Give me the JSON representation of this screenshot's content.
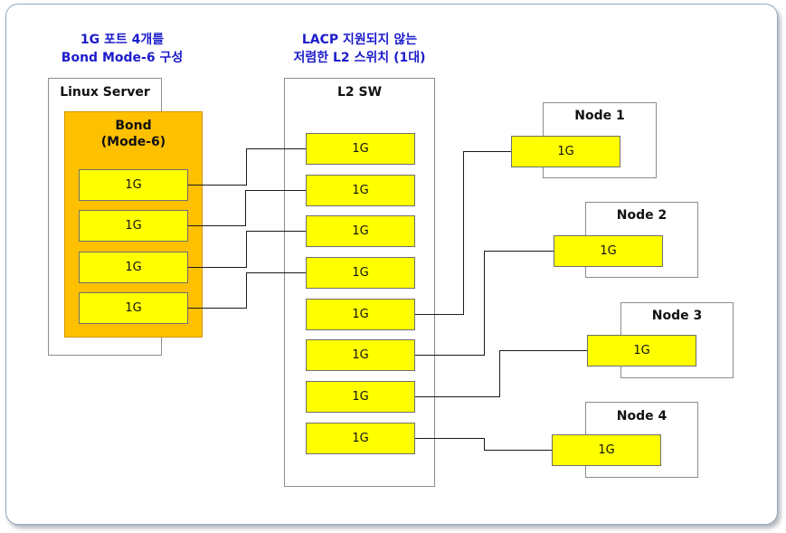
{
  "notes": {
    "bond_config": [
      "1G 포트 4개를",
      "Bond Mode-6 구성"
    ],
    "switch_note": [
      "LACP 지원되지 않는",
      "저렴한 L2 스위치 (1대)"
    ]
  },
  "linux_server": {
    "title": "Linux Server",
    "bond": {
      "title": [
        "Bond",
        "(Mode-6)"
      ],
      "ports": [
        "1G",
        "1G",
        "1G",
        "1G"
      ]
    }
  },
  "l2_switch": {
    "title": "L2 SW",
    "ports": [
      "1G",
      "1G",
      "1G",
      "1G",
      "1G",
      "1G",
      "1G",
      "1G"
    ]
  },
  "nodes": [
    {
      "title": "Node 1",
      "port": "1G"
    },
    {
      "title": "Node 2",
      "port": "1G"
    },
    {
      "title": "Node 3",
      "port": "1G"
    },
    {
      "title": "Node 4",
      "port": "1G"
    }
  ],
  "colors": {
    "port_fill": "#ffff00",
    "bond_fill": "#ffc000",
    "note_text": "#1c1ccc"
  }
}
